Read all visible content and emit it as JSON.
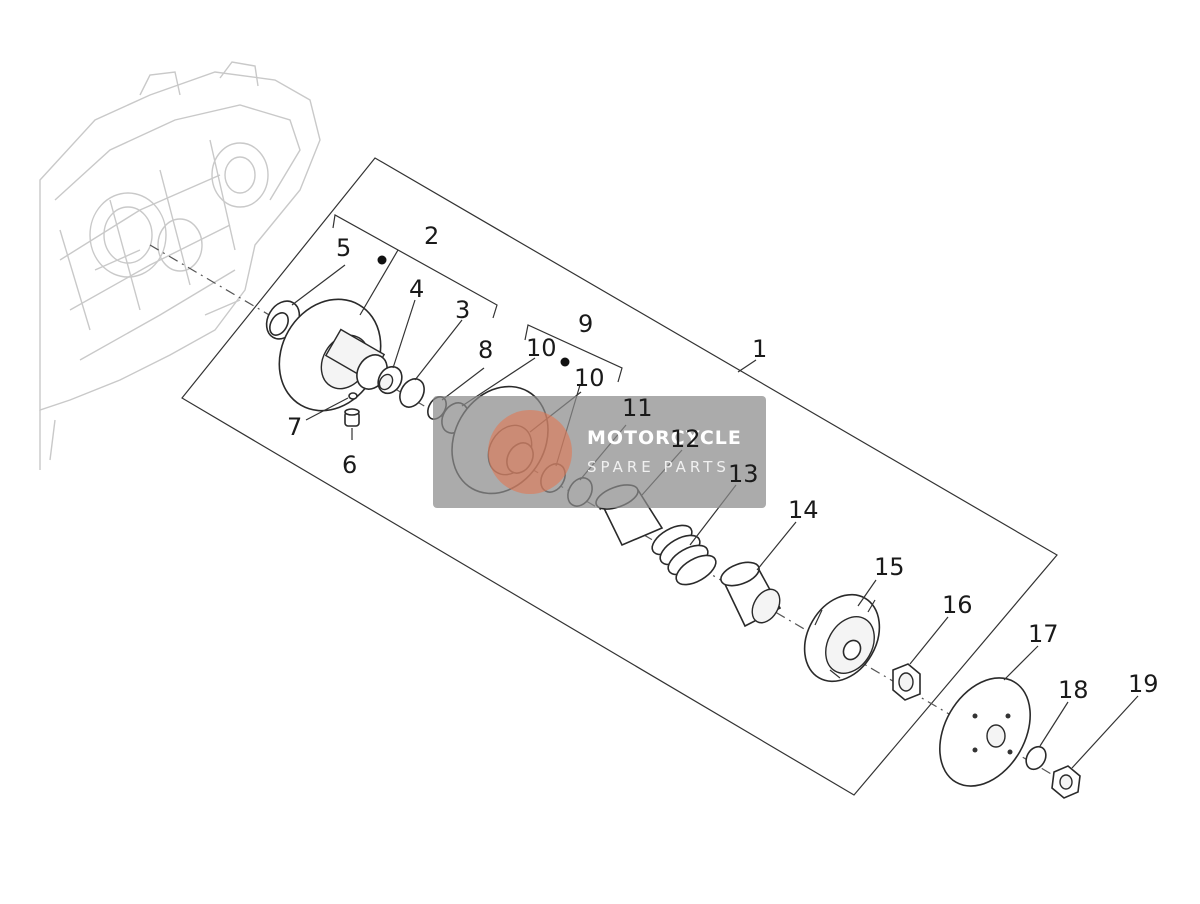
{
  "callouts": [
    "1",
    "2",
    "3",
    "4",
    "5",
    "6",
    "7",
    "8",
    "9",
    "10",
    "10",
    "11",
    "12",
    "13",
    "14",
    "15",
    "16",
    "17",
    "18",
    "19"
  ],
  "watermark": {
    "line1": "MOTORCYCLE",
    "line2": "SPARE PARTS"
  },
  "colors": {
    "line": "#2a2a2a",
    "ghost": "#c9c9c9",
    "watermark_bg": "#8a8a8a",
    "watermark_accent": "#e8734a"
  }
}
